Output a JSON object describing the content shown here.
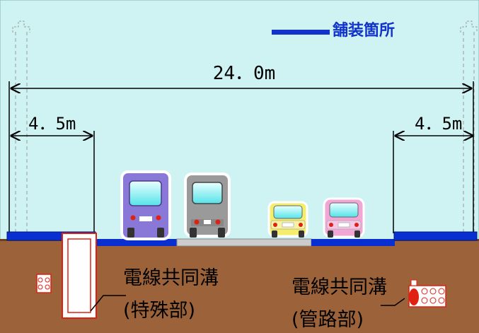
{
  "legend": {
    "label": "舗装箇所",
    "color": "#1133cc"
  },
  "dimensions": {
    "total_width": "24．0m",
    "left_sidewalk": "4．5m",
    "right_sidewalk": "4．5m"
  },
  "trenches": {
    "special": {
      "line1": "電線共同溝",
      "line2": "(特殊部)"
    },
    "pipe": {
      "line1": "電線共同溝",
      "line2": "(管路部)"
    }
  },
  "colors": {
    "sky": "#cff3f3",
    "soil": "#9c623a",
    "pavement": "#0a2fd0",
    "road": "#cccccc",
    "trench_outline": "#e02010"
  },
  "vehicles": [
    {
      "type": "bus",
      "color": "#8a78d8"
    },
    {
      "type": "truck",
      "color": "#9a9a9a"
    },
    {
      "type": "car",
      "color": "#f4ee6a"
    },
    {
      "type": "car",
      "color": "#f2a6d6"
    }
  ]
}
